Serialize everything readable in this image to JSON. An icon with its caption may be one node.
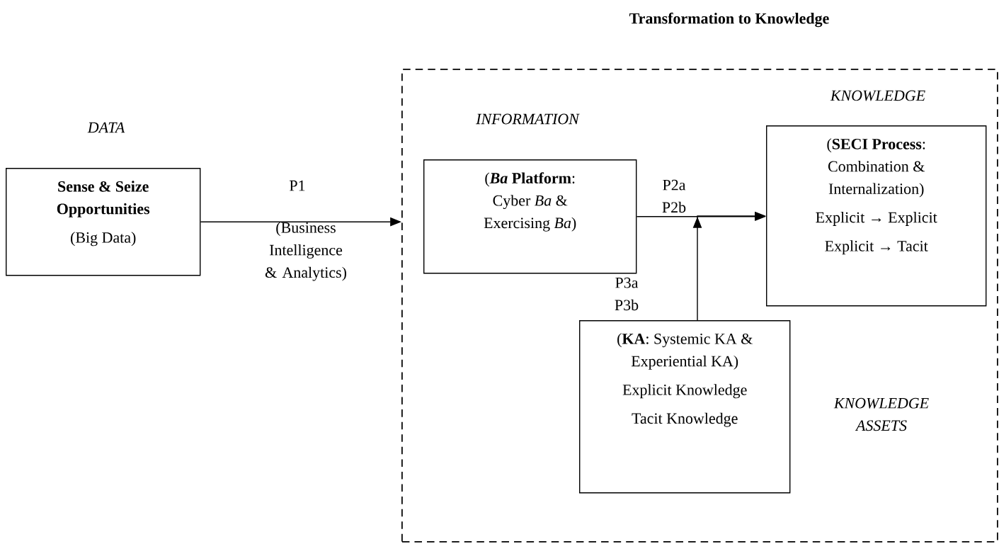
{
  "diagram": {
    "nodes": [
      {
        "text": [
          "Transformation to Knowledge"
        ]
      },
      {
        "text": [
          "Sense & Seize Opportunities",
          "(Big Data)"
        ],
        "beside": [
          "DATA"
        ]
      },
      {
        "text": [
          "(***Ba* Platform**: Cyber *Ba* & Exercising *Ba*)"
        ],
        "beside": [
          "INFORMATION"
        ],
        "in": 0
      },
      {
        "text": [
          "(**SECI Process**: Combination & Internalization)",
          "Explicit → Explicit",
          "Explicit → Tacit"
        ],
        "beside": [
          "KNOWLEDGE"
        ],
        "in": 0
      },
      {
        "text": [
          "(**KA**: Systemic KA & Experiential KA)",
          "Explicit Knowledge",
          "Tacit Knowledge"
        ],
        "beside": [
          "KNOWLEDGE ASSETS"
        ],
        "in": 0
      }
    ],
    "edges": [
      {
        "from": 1,
        "to": 0,
        "arrow": "to",
        "label": "P1"
      },
      {
        "from": 2,
        "to": 3,
        "arrow": "to",
        "label": "P2a P2b"
      },
      {
        "from": 4,
        "to": 3,
        "arrow": "to",
        "label": "P3a P3b"
      }
    ],
    "labels": [
      "(Business Intelligence & Analytics)"
    ]
  }
}
